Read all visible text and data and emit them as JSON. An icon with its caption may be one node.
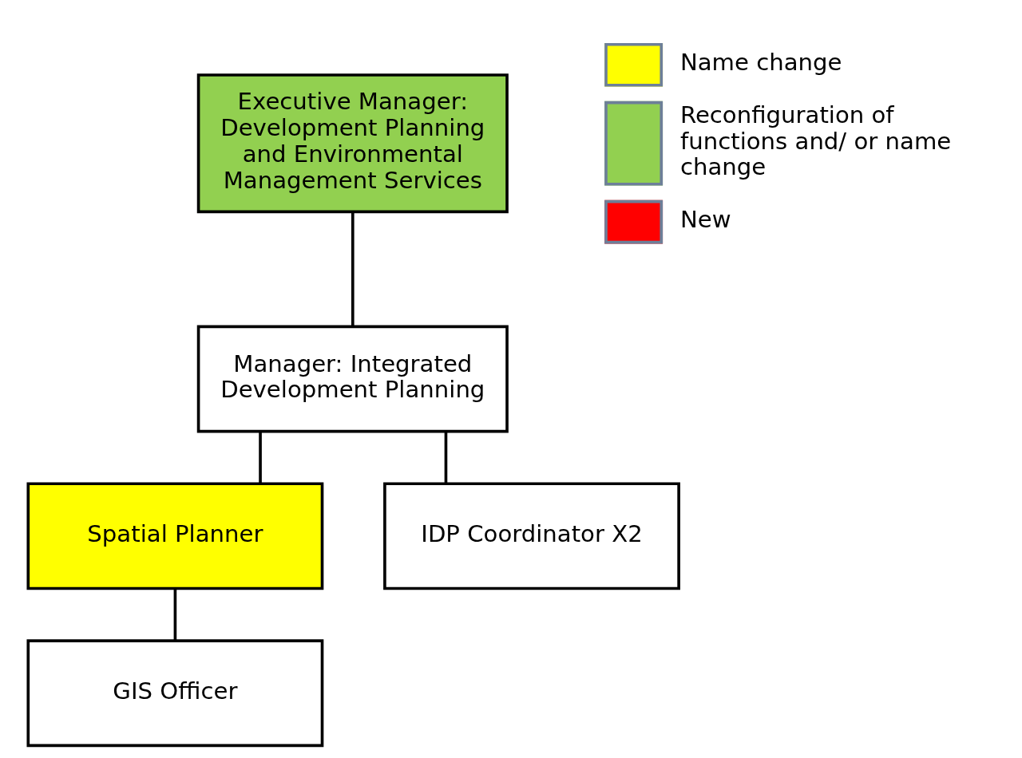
{
  "diagram": {
    "nodes": [
      {
        "text": [
          "Executive Manager: Development Planning and Environmental Management Services"
        ]
      },
      {
        "text": [
          "Manager: Integrated Development Planning"
        ]
      },
      {
        "text": [
          "Spatial Planner"
        ]
      },
      {
        "text": [
          "IDP Coordinator X2"
        ]
      },
      {
        "text": [
          "GIS Officer"
        ]
      }
    ],
    "edges": [
      {
        "from": 0,
        "to": 1,
        "arrow": "none"
      },
      {
        "from": 1,
        "to": 2,
        "arrow": "none"
      },
      {
        "from": 1,
        "to": 3,
        "arrow": "none"
      },
      {
        "from": 2,
        "to": 4,
        "arrow": "none"
      }
    ],
    "legend": [
      {
        "text": "Name change",
        "color": "#ffff00"
      },
      {
        "text": "Reconfiguration of functions and/ or name change",
        "color": "#92d050"
      },
      {
        "text": "New",
        "color": "#ff0000"
      }
    ]
  }
}
